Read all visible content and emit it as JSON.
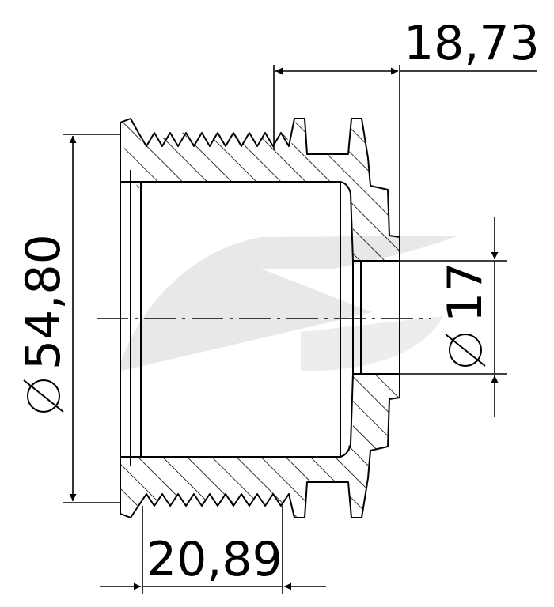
{
  "dimensions": {
    "outer_diameter": "54,80",
    "bore_diameter": "17",
    "total_length": "18,73",
    "groove_width": "20,89"
  },
  "diameter_symbol": "⌀",
  "colors": {
    "line": "#000000",
    "watermark": "#e6e6e6",
    "background": "#ffffff"
  }
}
